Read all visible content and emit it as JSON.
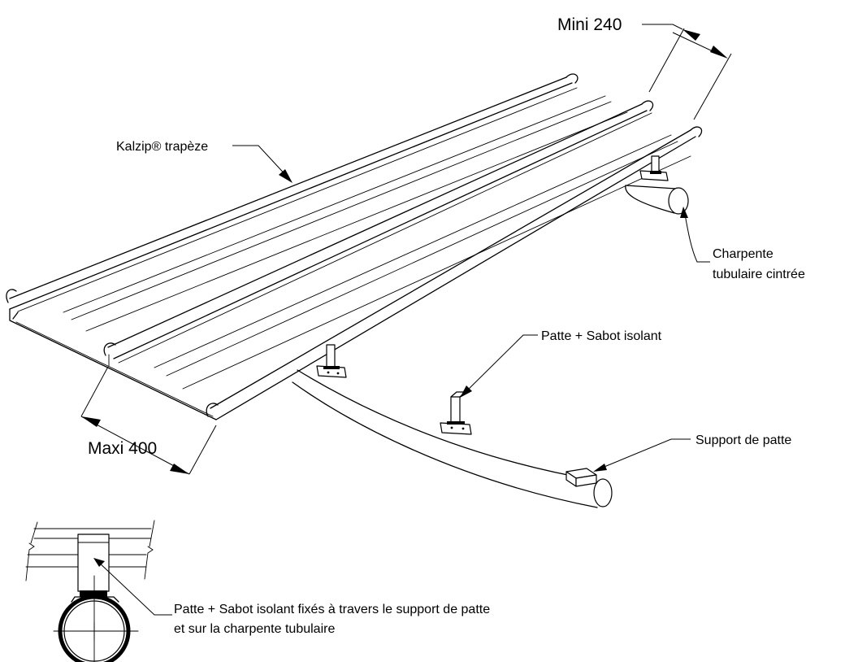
{
  "labels": {
    "sheet": "Kalzip® trapèze",
    "min_width": "Mini 240",
    "max_width": "Maxi 400",
    "frame_line1": "Charpente",
    "frame_line2": "tubulaire cintrée",
    "clip": "Patte + Sabot isolant",
    "clip_support": "Support de patte",
    "detail_line1": "Patte + Sabot isolant fixés à travers le support de patte",
    "detail_line2": "et sur la charpente tubulaire"
  },
  "colors": {
    "line": "#000000",
    "background": "#ffffff"
  }
}
